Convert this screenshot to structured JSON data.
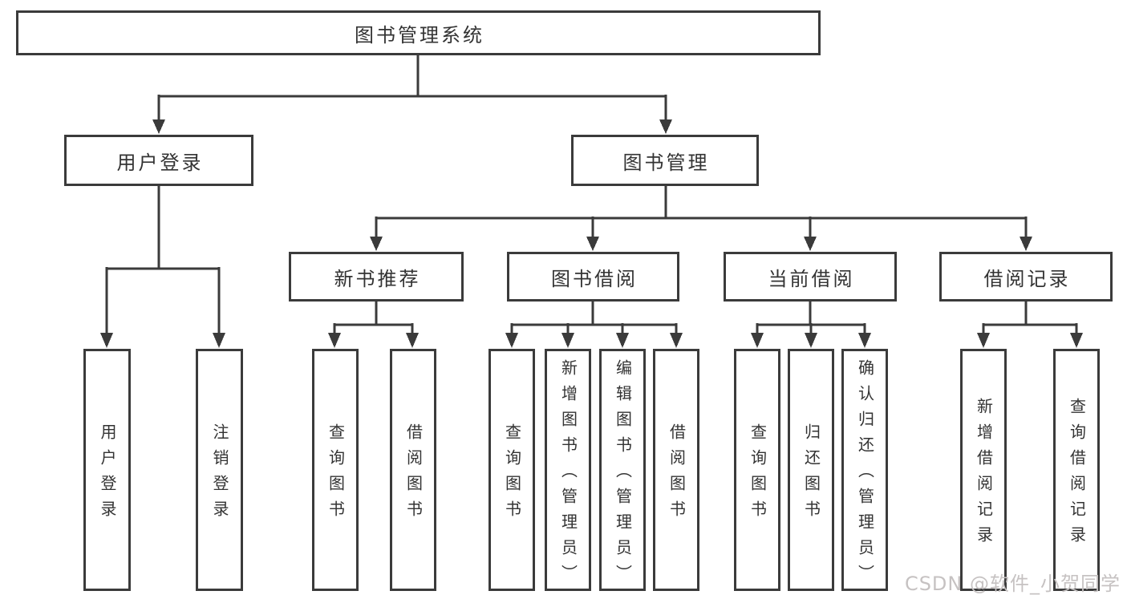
{
  "diagram": {
    "type": "hierarchy-tree",
    "root": {
      "label": "图书管理系统",
      "children": [
        {
          "label": "用户登录",
          "children": [
            {
              "label": "用户登录"
            },
            {
              "label": "注销登录"
            }
          ]
        },
        {
          "label": "图书管理",
          "children": [
            {
              "label": "新书推荐",
              "children": [
                {
                  "label": "查询图书"
                },
                {
                  "label": "借阅图书"
                }
              ]
            },
            {
              "label": "图书借阅",
              "children": [
                {
                  "label": "查询图书"
                },
                {
                  "label": "新增图书（管理员）"
                },
                {
                  "label": "编辑图书（管理员）"
                },
                {
                  "label": "借阅图书"
                }
              ]
            },
            {
              "label": "当前借阅",
              "children": [
                {
                  "label": "查询图书"
                },
                {
                  "label": "归还图书"
                },
                {
                  "label": "确认归还（管理员）"
                }
              ]
            },
            {
              "label": "借阅记录",
              "children": [
                {
                  "label": "新增借阅记录"
                },
                {
                  "label": "查询借阅记录"
                }
              ]
            }
          ]
        }
      ]
    }
  },
  "watermark": "CSDN @软件_小贺同学",
  "colors": {
    "line": "#3b3b3b",
    "text": "#333333",
    "box_bg": "#ffffff",
    "background": "#ffffff",
    "watermark": "#c6c2c2"
  }
}
